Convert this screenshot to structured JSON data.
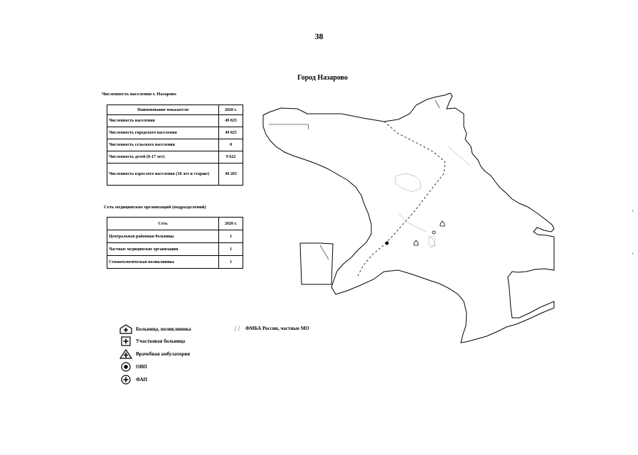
{
  "page": {
    "number": "38",
    "title": "Город Назарово"
  },
  "population": {
    "caption": "Численность населения г. Назарово",
    "headers": [
      "Наименование показателя",
      "2020 г."
    ],
    "rows": [
      {
        "label": "Численность населения",
        "value": "49 825"
      },
      {
        "label": "Численность городского населения",
        "value": "49 825"
      },
      {
        "label": "Численность сельского населения",
        "value": "0"
      },
      {
        "label": "Численность детей (0-17 лет)",
        "value": "9 622"
      },
      {
        "label": "Численность взрослого населения (18 лет и старше)",
        "value": "40 203"
      }
    ]
  },
  "network": {
    "caption": "Сеть медицинских организаций (подразделений)",
    "headers": [
      "Сеть",
      "2020 г."
    ],
    "rows": [
      {
        "label": "Центральная районная больница",
        "value": "1"
      },
      {
        "label": "Частные медицинские организации",
        "value": "1"
      },
      {
        "label": "Стоматологическая поликлиника",
        "value": "1"
      }
    ]
  },
  "legend": {
    "items": [
      {
        "label": "Больница, поликлиника",
        "icon": "hospital-polyclinic-icon"
      },
      {
        "label": "Участковая больница",
        "icon": "district-hospital-icon"
      },
      {
        "label": "Врачебная амбулатория",
        "icon": "medical-outpatient-clinic-icon"
      },
      {
        "label": "ОВП",
        "icon": "general-practice-office-icon"
      },
      {
        "label": "ФАП",
        "icon": "feldsher-midwife-station-icon"
      }
    ],
    "fmba_label": "ФМБА России, частные МО"
  },
  "colors": {
    "line": "#000000",
    "background": "#ffffff"
  }
}
